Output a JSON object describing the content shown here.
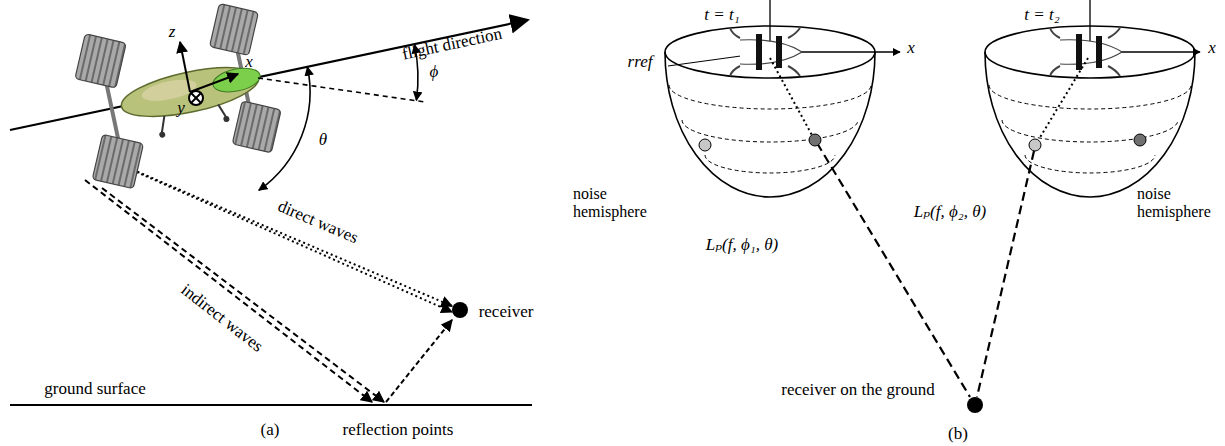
{
  "diagram": {
    "labels": [
      "z",
      "x",
      "y",
      "flight direction",
      "ϕ",
      "θ",
      "direct waves",
      "indirect waves",
      "receiver",
      "ground surface",
      "reflection points",
      "(a)",
      "t = t₁",
      "t = t₂",
      "x",
      "x",
      "rref",
      "noise hemisphere",
      "noise hemisphere",
      "Lₚ(f, ϕ₁, θ)",
      "Lₚ(f, ϕ₂, θ)",
      "receiver on the ground",
      "(b)"
    ]
  }
}
